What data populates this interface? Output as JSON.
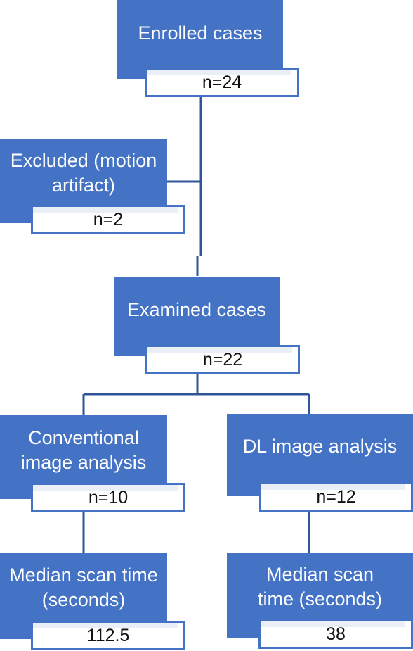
{
  "nodes": {
    "enrolled": {
      "title": "Enrolled cases",
      "count": "n=24"
    },
    "excluded": {
      "title_line1": "Excluded (motion",
      "title_line2": "artifact)",
      "count": "n=2"
    },
    "examined": {
      "title": "Examined cases",
      "count": "n=22"
    },
    "conventional": {
      "title_line1": "Conventional",
      "title_line2": "image analysis",
      "count": "n=10"
    },
    "dl": {
      "title": "DL image analysis",
      "count": "n=12"
    },
    "conventional_time": {
      "title_line1": "Median scan time",
      "title_line2": "(seconds)",
      "value": "112.5"
    },
    "dl_time": {
      "title_line1": "Median scan",
      "title_line2": "time (seconds)",
      "value": "38"
    }
  },
  "colors": {
    "box_fill": "#4472c4",
    "line": "#2f5597"
  }
}
